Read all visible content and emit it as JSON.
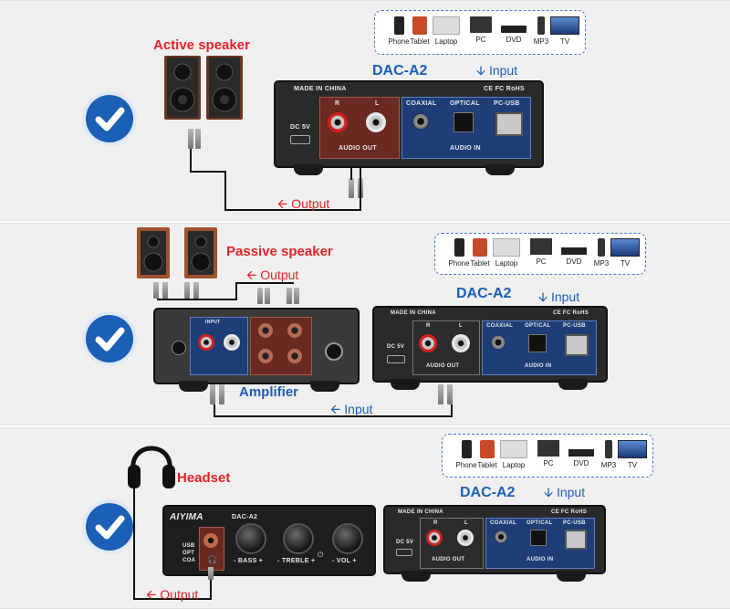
{
  "sections": [
    {
      "device_label": "Active speaker",
      "model": "DAC-A2",
      "input_label": "Input",
      "output_label": "Output"
    },
    {
      "device_label": "Passive speaker",
      "model": "DAC-A2",
      "input_label": "Input",
      "output_label": "Output",
      "amp_label": "Amplifier"
    },
    {
      "device_label": "Headset",
      "model": "DAC-A2",
      "input_label": "Input",
      "output_label": "Output"
    }
  ],
  "sources": [
    "Phone",
    "Tablet",
    "Laptop",
    "PC",
    "DVD",
    "MP3",
    "TV"
  ],
  "dac_back": {
    "made_in": "MADE IN CHINA",
    "dc": "DC 5V",
    "r": "R",
    "l": "L",
    "audio_out": "AUDIO OUT",
    "coaxial": "COAXIAL",
    "optical": "OPTICAL",
    "pcusb": "PC-USB",
    "audio_in": "AUDIO IN",
    "certs": "CE FC RoHS"
  },
  "amp_front": {
    "brand": "AIYIMA",
    "model": "DAC-A2",
    "inputs": [
      "USB",
      "OPT",
      "COA"
    ],
    "bass": "BASS",
    "treble": "TREBLE",
    "vol": "VOL",
    "minus": "-",
    "plus": "+"
  },
  "amp_back": {
    "input": "INPUT"
  },
  "colors": {
    "accent_blue": "#1b5fb6",
    "accent_red": "#e0242a"
  }
}
